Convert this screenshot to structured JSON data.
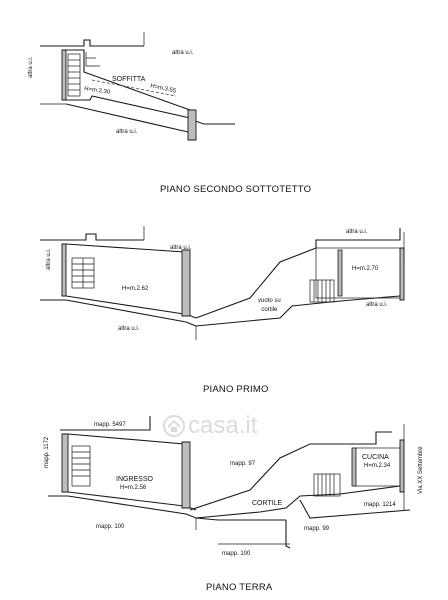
{
  "plans": {
    "second": {
      "title": "PIANO SECONDO SOTTOTETTO",
      "labels": {
        "altra_top": "altra u.i.",
        "altra_left": "altra u.i.",
        "room": "SOFFITTA",
        "height_a": "H=m.2.30",
        "height_b": "H=m.3.55",
        "altra_bottom": "altra u.i."
      }
    },
    "first": {
      "title": "PIANO PRIMO",
      "labels": {
        "altra_top": "altra u.i.",
        "altra_left": "altra u.i.",
        "room_height": "H=m.2.62",
        "altra_bottom": "altra u.i.",
        "void": "vuoto su\ncortile",
        "altra_right_top": "altra u.i.",
        "height_right": "H=m.2.70",
        "altra_right": "altra u.i."
      }
    },
    "ground": {
      "title": "PIANO TERRA",
      "labels": {
        "mapp_5497": "mapp. 5497",
        "mapp_1172": "mapp. 1172",
        "room": "INGRESSO",
        "room_height": "H=m.2.56",
        "mapp_97": "mapp. 97",
        "cortile": "CORTILE",
        "mapp_100_left": "mapp. 100",
        "mapp_100_bottom": "mapp. 100",
        "mapp_99": "mapp. 99",
        "mapp_1214": "mapp. 1214",
        "kitchen": "CUCINA",
        "kitchen_height": "H=m.2.34",
        "street": "Via XX Settembre"
      }
    }
  },
  "watermark": {
    "text": "casa.it",
    "icon": "house-icon"
  }
}
